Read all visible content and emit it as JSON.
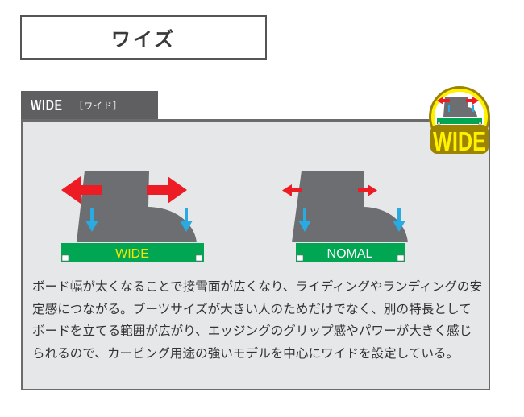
{
  "title": "ワイズ",
  "section": {
    "tab_label": "WIDE",
    "tab_sublabel": "［ワイド］",
    "badge_label": "WIDE",
    "diagrams": [
      {
        "label": "WIDE",
        "label_color": "#f2e600",
        "arrow_size": "large"
      },
      {
        "label": "NOMAL",
        "label_color": "#ffffff",
        "arrow_size": "small"
      }
    ],
    "description": "ボード幅が太くなることで接雪面が広くなり、ライディングやランディングの安定感につながる。ブーツサイズが大きい人のためだけでなく、別の特長としてボードを立てる範囲が広がり、エッジングのグリップ感やパワーが大きく感じられるので、カービング用途の強いモデルを中心にワイドを設定している。"
  },
  "colors": {
    "tab_bg": "#5f5f61",
    "panel_bg": "#e6e7e8",
    "board_green": "#00a651",
    "boot_gray": "#6d6e71",
    "arrow_red": "#ed1c24",
    "arrow_blue": "#29abe2",
    "badge_yellow": "#fff200",
    "badge_olive": "#9c8400"
  }
}
